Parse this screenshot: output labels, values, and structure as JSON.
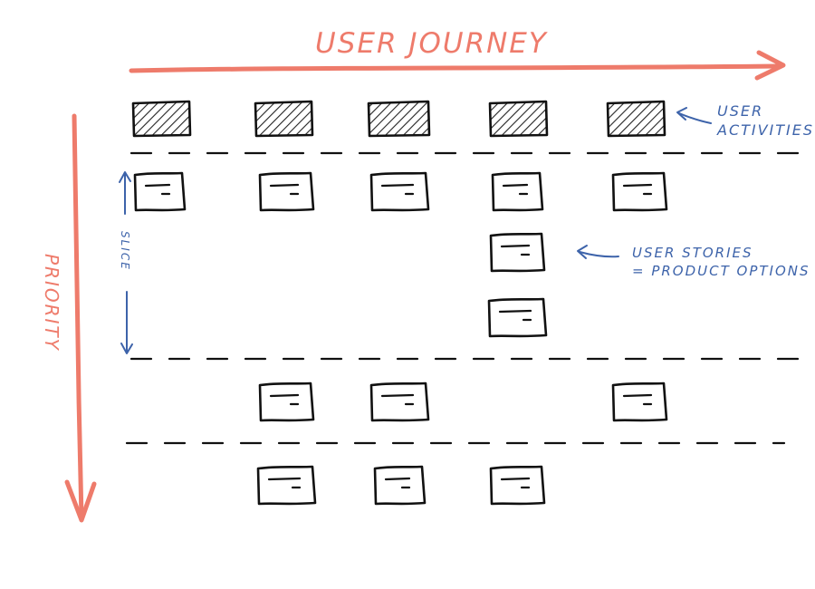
{
  "colors": {
    "journey": "#ee7b6b",
    "annotation": "#3d63aa",
    "ink": "#111111",
    "hatch": "#222222"
  },
  "labels": {
    "user_journey": "USER JOURNEY",
    "priority": "PRIORITY",
    "slice": "SLICE",
    "user_activities_line1": "USER",
    "user_activities_line2": "ACTIVITIES",
    "user_stories_line1": "USER STORIES",
    "user_stories_line2": "= PRODUCT OPTIONS"
  },
  "map": {
    "activity_count": 5,
    "story_rows": [
      [
        1,
        1,
        1,
        1,
        1
      ],
      [
        0,
        0,
        0,
        1,
        0
      ],
      [
        0,
        0,
        0,
        1,
        0
      ],
      [
        0,
        1,
        1,
        0,
        1
      ],
      [
        0,
        1,
        1,
        1,
        0
      ]
    ]
  }
}
